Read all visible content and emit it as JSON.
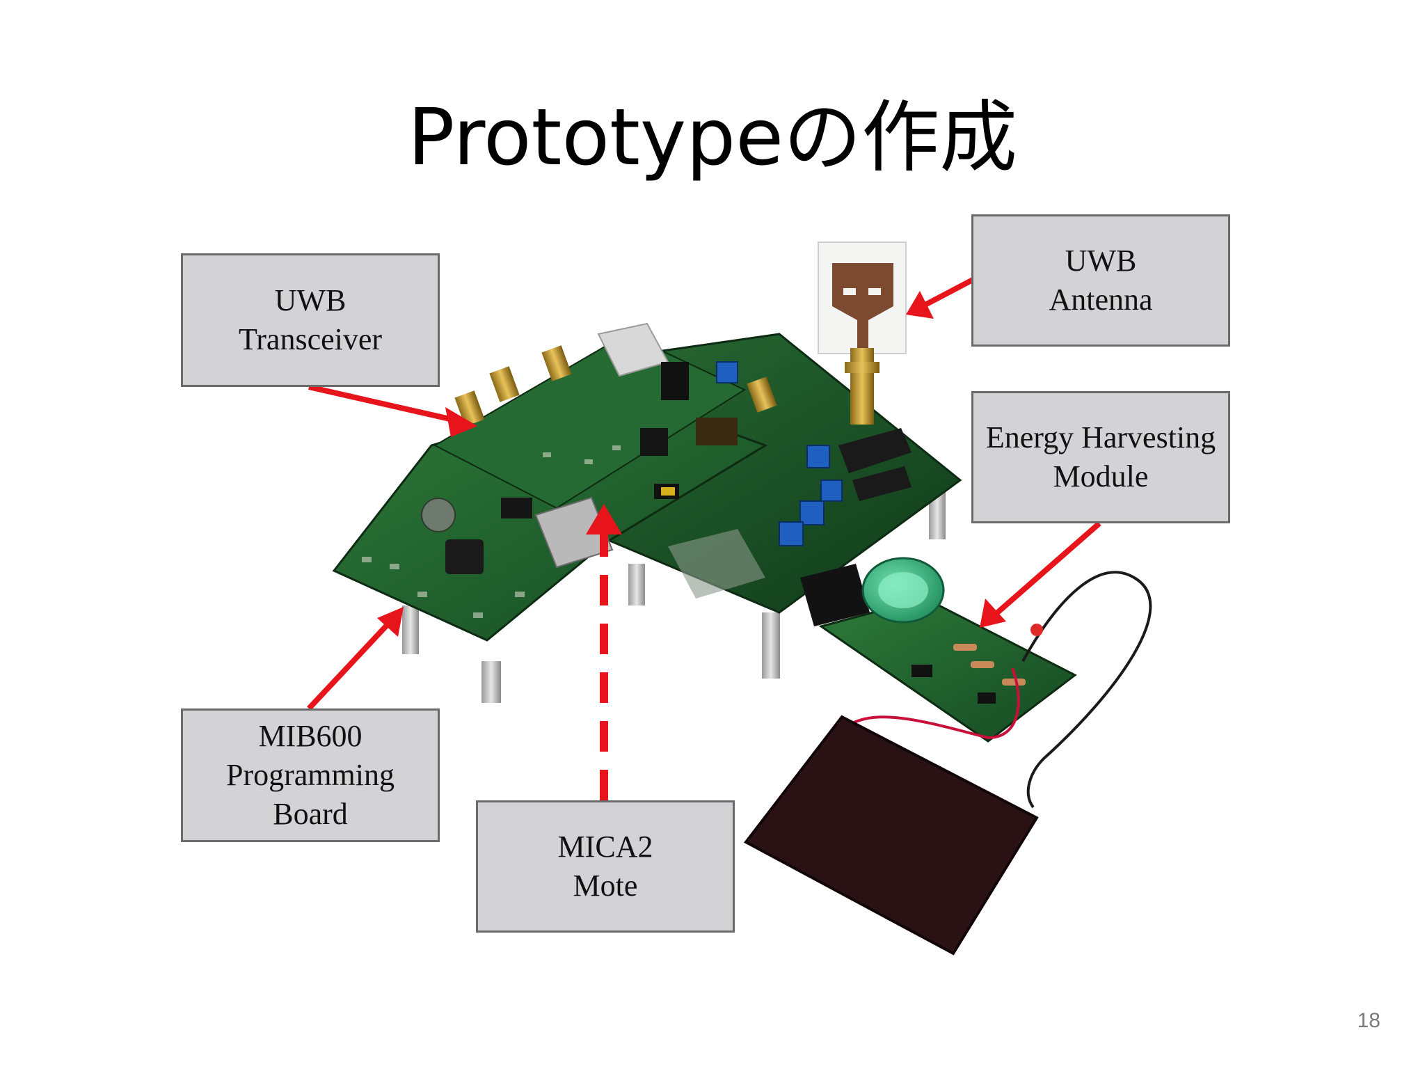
{
  "slide": {
    "title": "Prototypeの作成",
    "page_number": "18"
  },
  "labels": {
    "uwb_transceiver": [
      "UWB",
      "Transceiver"
    ],
    "uwb_antenna": [
      "UWB",
      "Antenna"
    ],
    "energy_harvesting": [
      "Energy Harvesting",
      "Module"
    ],
    "mib600": [
      "MIB600",
      "Programming",
      "Board"
    ],
    "mica2": [
      "MICA2",
      "Mote"
    ]
  },
  "colors": {
    "arrow": "#e8141b",
    "label_fill": "#d3d3d6",
    "pcb_green": "#1f5e2c",
    "solar_panel": "#2a1214"
  }
}
